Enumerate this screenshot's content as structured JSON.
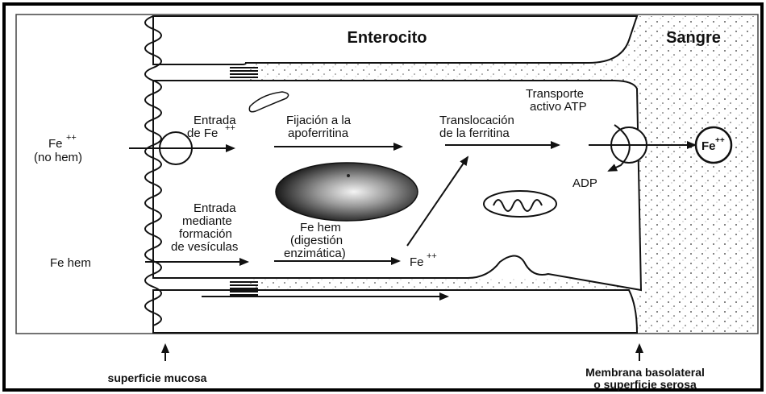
{
  "title": "Enterocito",
  "blood_label": "Sangre",
  "iron_ferrous_left": "Fe",
  "iron_ferrous_left_sup": "++",
  "iron_ferrous_left_note": "(no hem)",
  "entry_label_line1": "Entrada",
  "entry_label_line2": "de Fe",
  "entry_label_sup": "++",
  "fixation_line1": "Fijación a la",
  "fixation_line2": "apoferritina",
  "translocation_line1": "Translocación",
  "translocation_line2": "de la ferritina",
  "transport_line1": "Transporte",
  "transport_line2": "activo ATP",
  "adp_label": "ADP",
  "fe_out_label": "Fe",
  "fe_out_sup": "++",
  "vesicle_line1": "Entrada",
  "vesicle_line2": "mediante",
  "vesicle_line3": "formación",
  "vesicle_line4": "de vesículas",
  "fe_hem_left": "Fe hem",
  "hem_digest_line1": "Fe hem",
  "hem_digest_line2": "(digestión",
  "hem_digest_line3": "enzimática)",
  "fe_released": "Fe",
  "fe_released_sup": "++",
  "mucosa_label": "superficie mucosa",
  "basolateral_line1": "Membrana basolateral",
  "basolateral_line2": "o superficie serosa"
}
